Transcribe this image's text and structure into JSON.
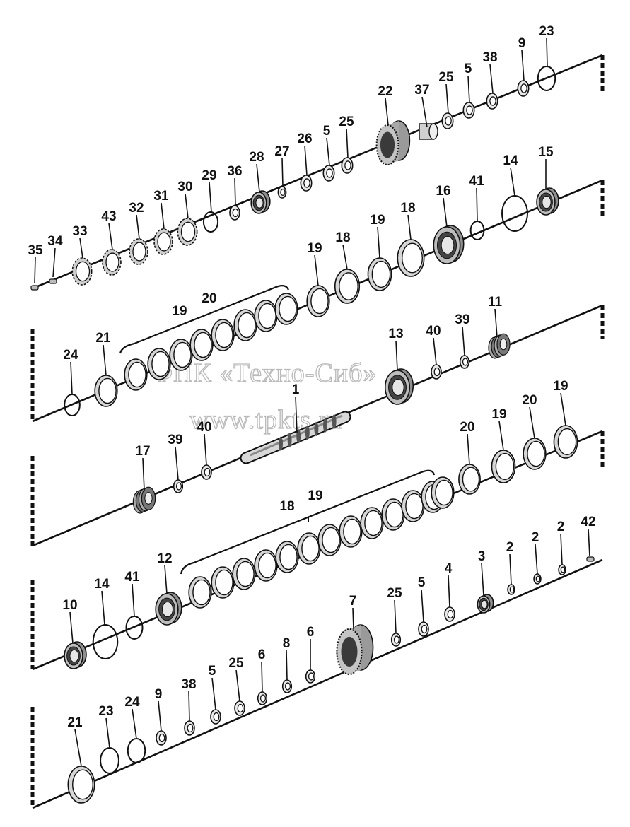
{
  "watermark": {
    "line1": "ФПК «Техно-Сиб»",
    "line2": "www.tpkts.ru"
  },
  "callouts": {
    "r1": [
      {
        "n": "35",
        "t": "pin"
      },
      {
        "n": "34",
        "t": "pin"
      },
      {
        "n": "33",
        "t": "plate"
      },
      {
        "n": "43",
        "t": "plate"
      },
      {
        "n": "32",
        "t": "plate"
      },
      {
        "n": "31",
        "t": "plate"
      },
      {
        "n": "30",
        "t": "plate"
      },
      {
        "n": "29",
        "t": "ring"
      },
      {
        "n": "36",
        "t": "washer"
      },
      {
        "n": "28",
        "t": "bearing"
      },
      {
        "n": "27",
        "t": "washer"
      },
      {
        "n": "26",
        "t": "washer"
      },
      {
        "n": "5",
        "t": "washer"
      },
      {
        "n": "25",
        "t": "washer"
      },
      {
        "n": "22",
        "t": "gear"
      },
      {
        "n": "37",
        "t": "sleeve"
      },
      {
        "n": "25",
        "t": "washer"
      },
      {
        "n": "5",
        "t": "washer"
      },
      {
        "n": "38",
        "t": "washer"
      },
      {
        "n": "9",
        "t": "washer"
      },
      {
        "n": "23",
        "t": "ring"
      }
    ],
    "r2": [
      {
        "n": "19",
        "t": "disc"
      },
      {
        "n": "18",
        "t": "disc"
      },
      {
        "n": "19",
        "t": "disc"
      },
      {
        "n": "18",
        "t": "disc"
      },
      {
        "n": "16",
        "t": "bearing"
      },
      {
        "n": "41",
        "t": "ring"
      },
      {
        "n": "14",
        "t": "ring"
      },
      {
        "n": "15",
        "t": "bearing"
      }
    ],
    "r3": [
      {
        "n": "24",
        "t": "ring"
      },
      {
        "n": "21",
        "t": "disc"
      },
      {
        "n": "19",
        "t": "bracket"
      },
      {
        "n": "20",
        "t": "bracket"
      },
      {
        "n": "1",
        "t": "shaft"
      },
      {
        "n": "13",
        "t": "bearing"
      },
      {
        "n": "40",
        "t": "washer"
      },
      {
        "n": "39",
        "t": "washer"
      },
      {
        "n": "11",
        "t": "seal"
      }
    ],
    "r4": [
      {
        "n": "17",
        "t": "seal"
      },
      {
        "n": "39",
        "t": "washer"
      },
      {
        "n": "40",
        "t": "washer"
      },
      {
        "n": "18",
        "t": "bracket"
      },
      {
        "n": "19",
        "t": "bracket"
      },
      {
        "n": "20",
        "t": "disc"
      },
      {
        "n": "19",
        "t": "disc"
      },
      {
        "n": "20",
        "t": "disc"
      },
      {
        "n": "19",
        "t": "disc"
      }
    ],
    "r5": [
      {
        "n": "10",
        "t": "bearing"
      },
      {
        "n": "14",
        "t": "ring"
      },
      {
        "n": "41",
        "t": "ring"
      },
      {
        "n": "12",
        "t": "bearing"
      },
      {
        "n": "7",
        "t": "gear"
      },
      {
        "n": "25",
        "t": "washer"
      },
      {
        "n": "5",
        "t": "washer"
      },
      {
        "n": "4",
        "t": "washer"
      },
      {
        "n": "3",
        "t": "bearing"
      },
      {
        "n": "2",
        "t": "washer"
      },
      {
        "n": "2",
        "t": "washer"
      },
      {
        "n": "2",
        "t": "washer"
      },
      {
        "n": "42",
        "t": "pin"
      }
    ],
    "r6": [
      {
        "n": "21",
        "t": "disc"
      },
      {
        "n": "23",
        "t": "ring"
      },
      {
        "n": "24",
        "t": "ring"
      },
      {
        "n": "9",
        "t": "washer"
      },
      {
        "n": "38",
        "t": "washer"
      },
      {
        "n": "5",
        "t": "washer"
      },
      {
        "n": "25",
        "t": "washer"
      },
      {
        "n": "6",
        "t": "washer"
      },
      {
        "n": "8",
        "t": "washer"
      },
      {
        "n": "6",
        "t": "washer"
      }
    ]
  }
}
